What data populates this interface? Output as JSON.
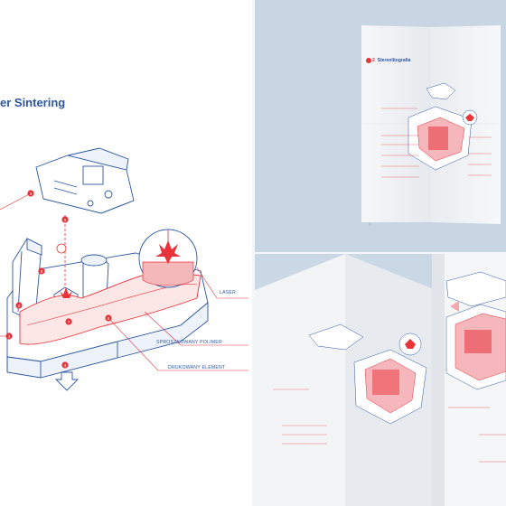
{
  "left_panel": {
    "title": "er Sintering",
    "labels": {
      "laser": "LASER",
      "powder": "SPROSZKOWANY POLIMER",
      "printed": "DRUKOWANY ELEMENT"
    },
    "markers": [
      "3",
      "5",
      "6",
      "2",
      "1",
      "7",
      "8",
      "4"
    ]
  },
  "top_right_panel": {
    "poster_number": "2",
    "poster_title": "Stereolitografia"
  },
  "colors": {
    "accent_blue": "#2c57a4",
    "accent_red": "#e8333a",
    "background_blue": "#c7d6e2"
  }
}
